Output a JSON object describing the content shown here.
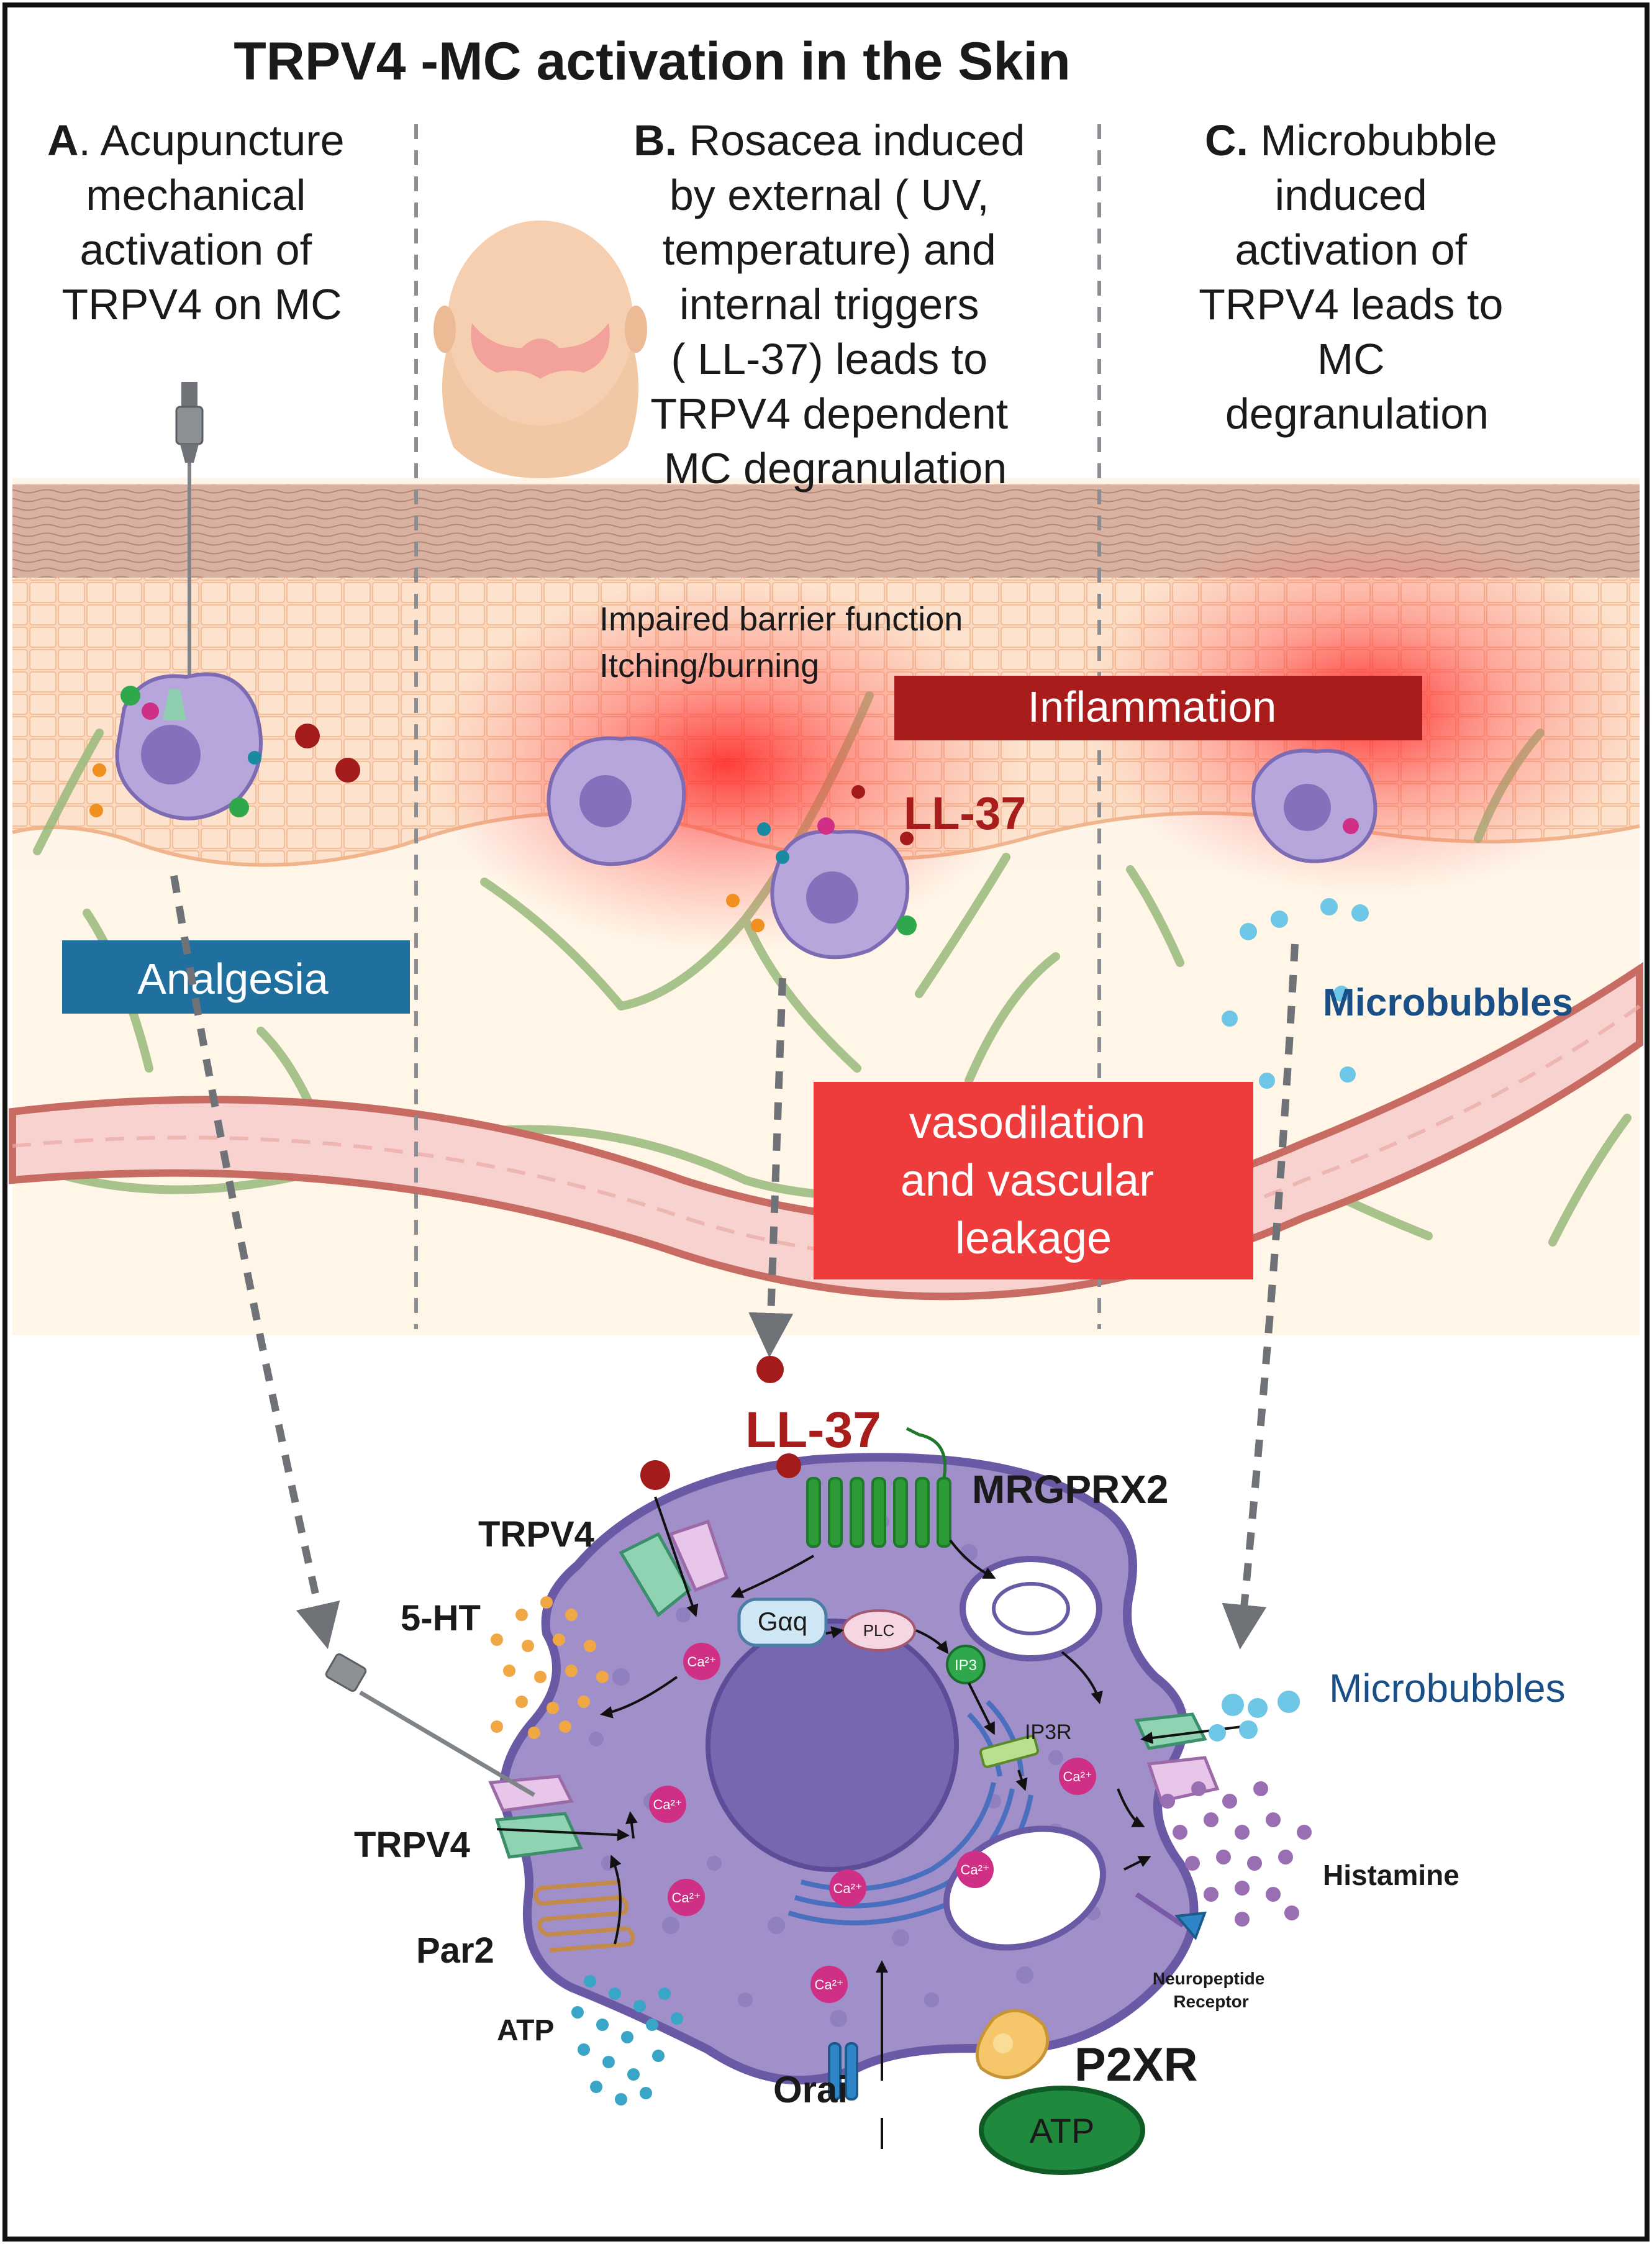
{
  "title": "TRPV4 -MC activation in the Skin",
  "panel_a": {
    "letter": "A",
    "lines": [
      ". Acupuncture",
      "mechanical",
      "activation of",
      "TRPV4 on MC"
    ]
  },
  "panel_b": {
    "letter": "B.",
    "lines": [
      " Rosacea induced",
      "by external ( UV,",
      "temperature) and",
      "internal triggers",
      "( LL-37) leads to",
      "TRPV4 dependent",
      "MC degranulation"
    ]
  },
  "panel_c": {
    "letter": "C.",
    "lines": [
      " Microbubble",
      "induced",
      "activation of",
      "TRPV4 leads to",
      "MC",
      "degranulation"
    ]
  },
  "skin": {
    "barrier_lines": [
      "Impaired barrier function",
      "Itching/burning"
    ],
    "inflammation": "Inflammation",
    "ll37": "LL-37",
    "analgesia": "Analgesia",
    "microbubbles": "Microbubbles",
    "vaso_lines": [
      "vasodilation",
      "and vascular",
      "leakage"
    ]
  },
  "cell_diagram": {
    "ll37": "LL-37",
    "mrgprx2": "MRGPRX2",
    "trpv4_top": "TRPV4",
    "trpv4_bottom": "TRPV4",
    "ht5": "5-HT",
    "gaq": "Gαq",
    "plc": "PLC",
    "ip3": "IP3",
    "ip3r": "IP3R",
    "microbubbles": "Microbubbles",
    "histamine": "Histamine",
    "par2": "Par2",
    "atp_left": "ATP",
    "orai": "Orai",
    "p2xr": "P2XR",
    "atp_oval": "ATP",
    "neuro_lines": [
      "Neuropeptide",
      "Receptor"
    ],
    "ca": "Ca²⁺"
  },
  "colors": {
    "analgesia_box": "#1f6f9f",
    "inflammation_box": "#a81c1c",
    "vaso_box": "#ee3b3b",
    "ll37_text": "#a81c1c",
    "microbubble_text": "#1a4e86",
    "cell_fill": "#a08fc9",
    "cell_stroke": "#6a5aa6",
    "nucleus": "#7766b0",
    "atp_oval": "#1f8a3d"
  }
}
